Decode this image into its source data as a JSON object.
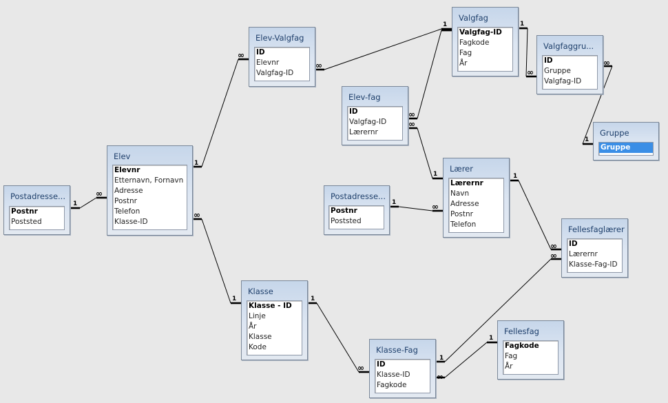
{
  "tables": {
    "elev_valgfag": {
      "title": "Elev-Valgfag",
      "fields": [
        "ID",
        "Elevnr",
        "Valgfag-ID"
      ]
    },
    "valgfag": {
      "title": "Valgfag",
      "fields": [
        "Valgfag-ID",
        "Fagkode",
        "Fag",
        "År"
      ]
    },
    "valgfaggruppe": {
      "title": "Valgfaggru...",
      "fields": [
        "ID",
        "Gruppe",
        "Valgfag-ID"
      ]
    },
    "gruppe": {
      "title": "Gruppe",
      "fields": [
        "Gruppe"
      ]
    },
    "elev_fag": {
      "title": "Elev-fag",
      "fields": [
        "ID",
        "Valgfag-ID",
        "Lærernr"
      ]
    },
    "elev": {
      "title": "Elev",
      "fields": [
        "Elevnr",
        "Etternavn, Fornavn",
        "Adresse",
        "Postnr",
        "Telefon",
        "Klasse-ID"
      ]
    },
    "postadresse_1": {
      "title": "Postadresse...",
      "fields": [
        "Postnr",
        "Poststed"
      ]
    },
    "postadresse_2": {
      "title": "Postadresse...",
      "fields": [
        "Postnr",
        "Poststed"
      ]
    },
    "laerer": {
      "title": "Lærer",
      "fields": [
        "Lærernr",
        "Navn",
        "Adresse",
        "Postnr",
        "Telefon"
      ]
    },
    "fellesfaglaerer": {
      "title": "Fellesfaglærer",
      "fields": [
        "ID",
        "Lærernr",
        "Klasse-Fag-ID"
      ]
    },
    "klasse": {
      "title": "Klasse",
      "fields": [
        "Klasse - ID",
        "Linje",
        "År",
        "Klasse",
        "Kode"
      ]
    },
    "klasse_fag": {
      "title": "Klasse-Fag",
      "fields": [
        "ID",
        "Klasse-ID",
        "Fagkode"
      ]
    },
    "fellesfag": {
      "title": "Fellesfag",
      "fields": [
        "Fagkode",
        "Fag",
        "År"
      ]
    }
  },
  "cardinality": {
    "one": "1",
    "many": "∞"
  }
}
